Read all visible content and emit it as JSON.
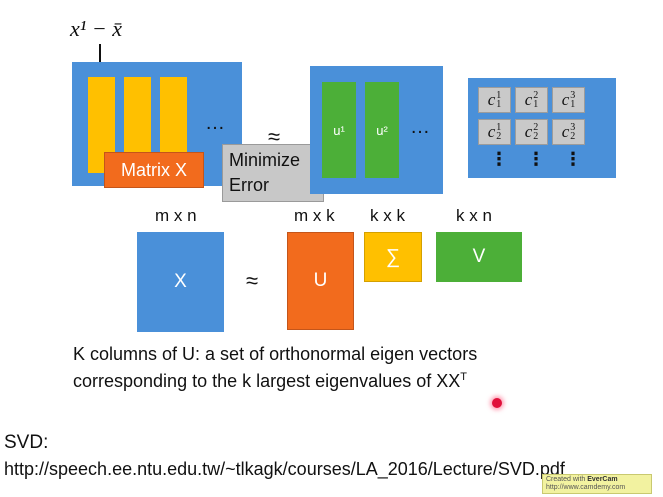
{
  "top": {
    "formula": "x¹ − x̄",
    "matrix_x_label": "Matrix X",
    "minimize_error": [
      "Minimize",
      "Error"
    ],
    "approx": "≈",
    "ellipsis": "…",
    "u_labels": [
      "u¹",
      "u²"
    ],
    "c_cells": [
      {
        "base": "c",
        "sup": "1",
        "sub": "1"
      },
      {
        "base": "c",
        "sup": "2",
        "sub": "1"
      },
      {
        "base": "c",
        "sup": "3",
        "sub": "1"
      },
      {
        "base": "c",
        "sup": "1",
        "sub": "2"
      },
      {
        "base": "c",
        "sup": "2",
        "sub": "2"
      },
      {
        "base": "c",
        "sup": "3",
        "sub": "2"
      }
    ],
    "vdots": "⋮"
  },
  "svd": {
    "dims": {
      "x": "m x n",
      "u": "m x k",
      "sigma": "k x k",
      "v": "k x n"
    },
    "x_label": "X",
    "approx": "≈",
    "u_label": "U",
    "sigma_label": "∑",
    "v_label": "V"
  },
  "caption": {
    "line1": "K columns of U: a set of orthonormal eigen vectors",
    "line2_prefix": "corresponding to the k largest eigenvalues of XX",
    "line2_sup": "T"
  },
  "footer": {
    "svd_label": "SVD:",
    "url": "http://speech.ee.ntu.edu.tw/~tlkagk/courses/LA_2016/Lecture/SVD.pdf"
  },
  "watermark": {
    "line1_prefix": "Created with ",
    "brand": "EverCam",
    "line2": "http://www.camdemy.com"
  },
  "colors": {
    "blue": "#4a90d9",
    "gold": "#ffc000",
    "green": "#4caf38",
    "orange": "#f26b1d",
    "gray": "#c8c8c8",
    "pointer": "#e0103a"
  }
}
